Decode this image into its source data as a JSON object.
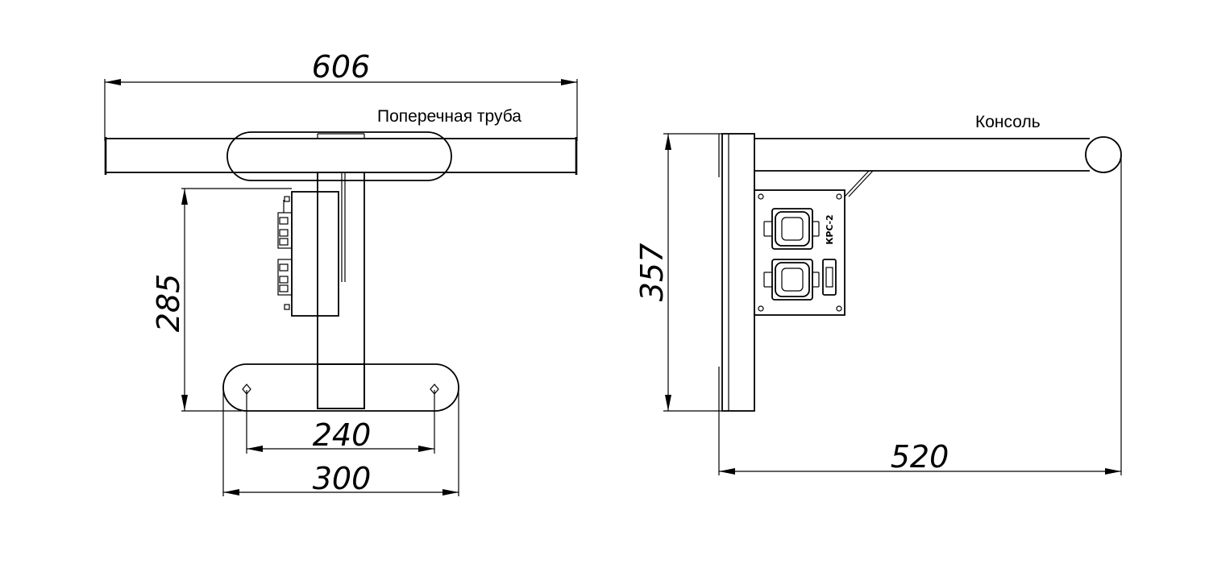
{
  "front_view": {
    "label": "Поперечная труба",
    "dim_width": "606",
    "dim_height": "285",
    "dim_holes": "240",
    "dim_base": "300"
  },
  "side_view": {
    "label": "Консоль",
    "dim_height": "357",
    "dim_length": "520",
    "device_marking": "КРС-2"
  }
}
